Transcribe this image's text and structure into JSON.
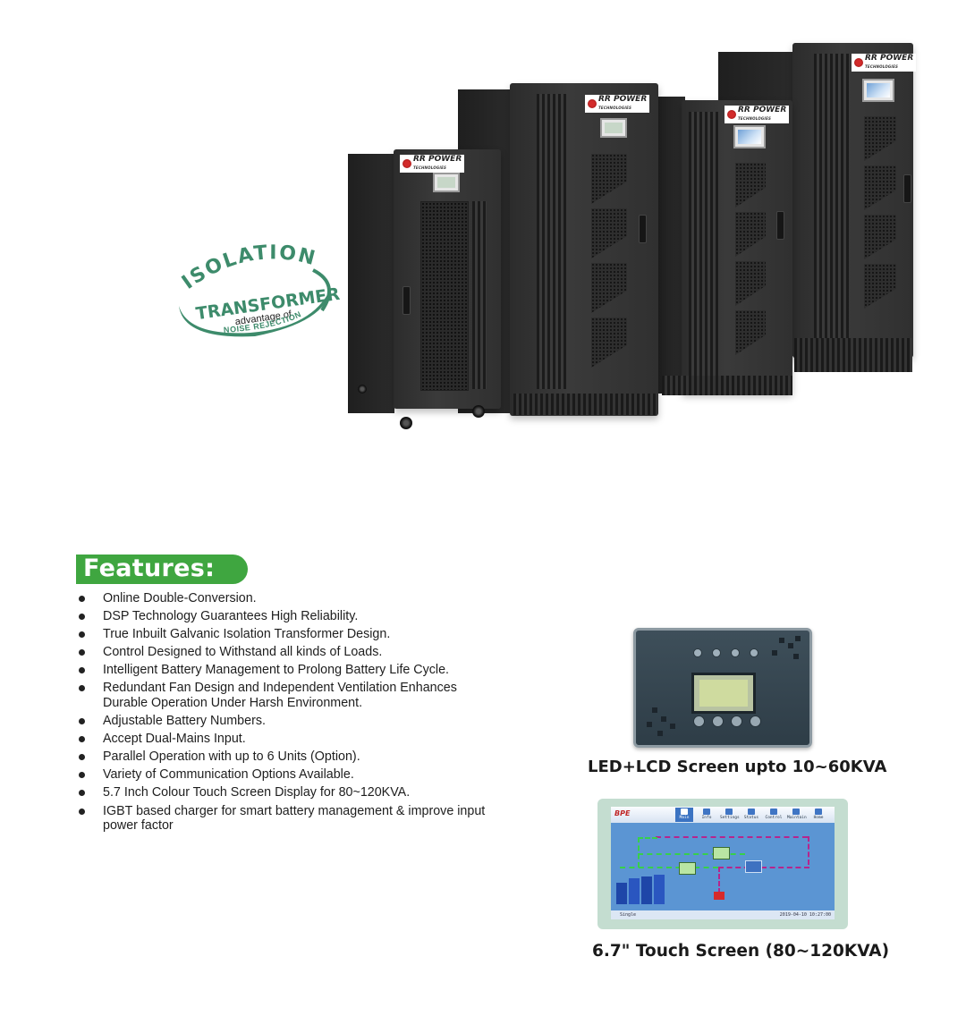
{
  "brand": {
    "logo_text": "RR POWER",
    "logo_subtext": "TECHNOLOGIES"
  },
  "badge": {
    "line1": "ISOLATION",
    "line2": "TRANSFORMER",
    "line3": "advantage of",
    "line4": "NOISE REJECTION",
    "color": "#3d8b6b"
  },
  "features": {
    "title": "Features:",
    "accent_color": "#3fa640",
    "items": [
      "Online Double-Conversion.",
      "DSP Technology Guarantees High Reliability.",
      "True Inbuilt Galvanic Isolation Transformer Design.",
      "Control Designed to Withstand all kinds of Loads.",
      "Intelligent Battery Management to Prolong Battery Life Cycle.",
      "Redundant Fan Design and Independent Ventilation Enhances Durable Operation Under Harsh Environment.",
      "Adjustable Battery Numbers.",
      "Accept Dual-Mains Input.",
      "Parallel Operation with up to 6 Units (Option).",
      "Variety of Communication Options Available.",
      "5.7 Inch Colour Touch Screen Display for 80~120KVA.",
      "IGBT based charger for smart battery management & improve input power factor"
    ]
  },
  "displays": {
    "lcd_caption": "LED+LCD Screen upto 10~60KVA",
    "touch_caption": "6.7\" Touch Screen (80~120KVA)"
  },
  "touch_ui": {
    "brand": "BPE",
    "tabs": [
      "Main",
      "Info",
      "Settings",
      "Status",
      "Control",
      "Maintain",
      "Home"
    ],
    "active_tab": "Main",
    "mode": "Single",
    "timestamp": "2019-04-10 10:27:00"
  }
}
